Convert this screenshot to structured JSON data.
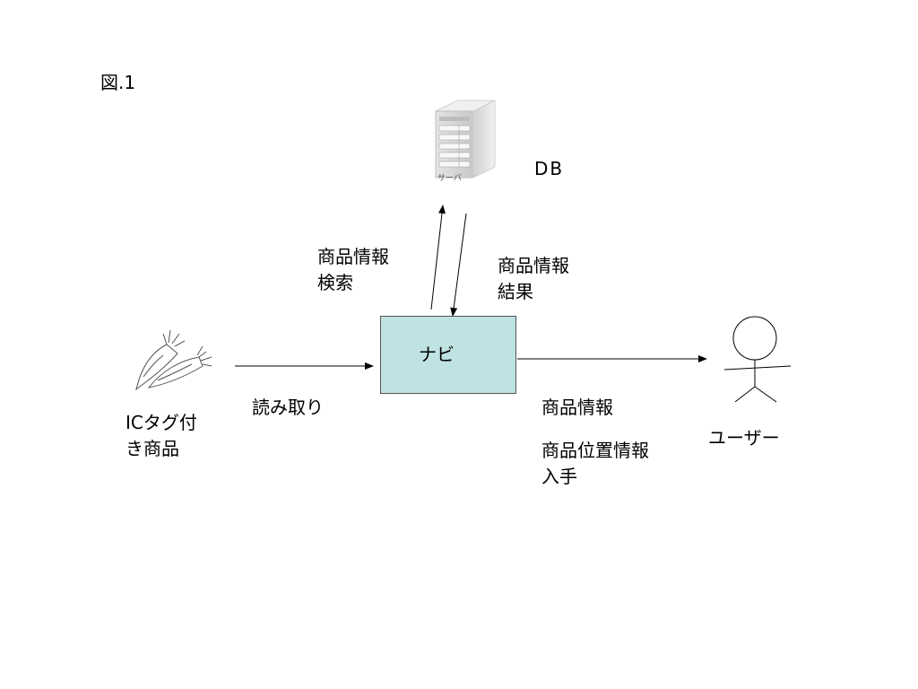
{
  "figure": {
    "label": "図.1"
  },
  "server": {
    "caption": "サーバ",
    "db_label": "DB"
  },
  "navi": {
    "label": "ナビ"
  },
  "product": {
    "label_lines": [
      "ICタグ付",
      "き商品"
    ]
  },
  "user": {
    "label": "ユーザー"
  },
  "arrows": {
    "search": [
      "商品情報",
      "検索"
    ],
    "result": [
      "商品情報",
      "結果"
    ],
    "read": "読み取り",
    "product_info": "商品情報",
    "location_info": [
      "商品位置情報",
      "入手"
    ]
  },
  "colors": {
    "navi_fill": "#bfe2e3",
    "line": "#000000"
  }
}
